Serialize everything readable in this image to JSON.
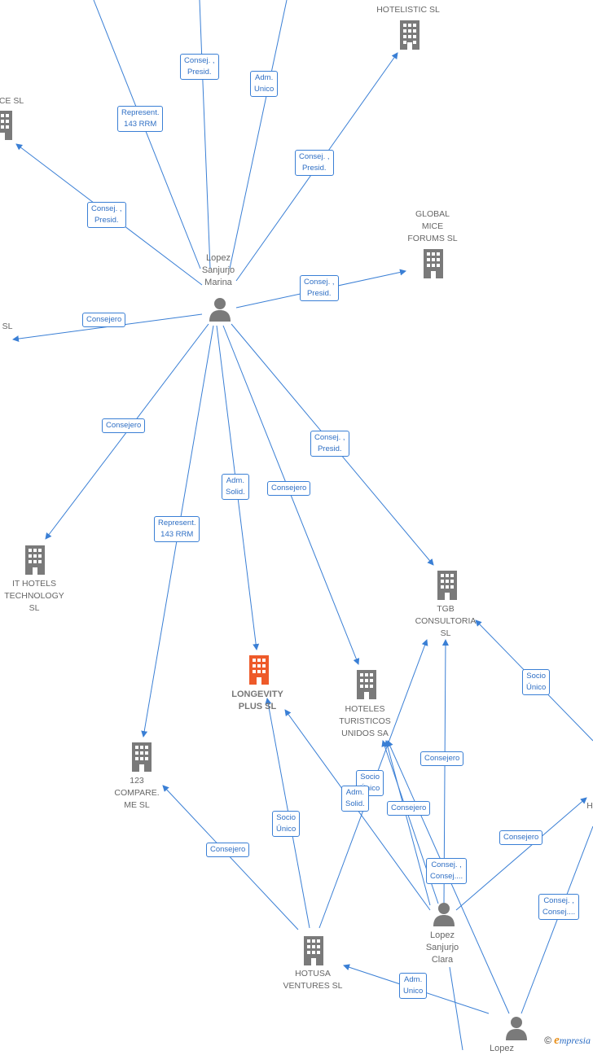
{
  "colors": {
    "edge": "#3a7fd5",
    "building": "#7a7a7a",
    "focus_building": "#ee5a2a",
    "person": "#7a7a7a"
  },
  "companies": {
    "hotelistic": "HOTELISTIC  SL",
    "ce": "CE  SL",
    "global_mice": "GLOBAL\nMICE\nFORUMS  SL",
    "sl_left": "SL",
    "it_hotels": "IT HOTELS\nTECHNOLOGY\nSL",
    "tgb": "TGB\nCONSULTORIA\nSL",
    "longevity": "LONGEVITY\nPLUS  SL",
    "hoteles_turisticos": "HOTELES\nTURISTICOS\nUNIDOS SA",
    "compare": "123\nCOMPARE.\nME  SL",
    "hotusa": "HOTUSA\nVENTURES  SL",
    "h_right": "H"
  },
  "persons": {
    "marina": "Lopez\nSanjurjo\nMarina",
    "clara": "Lopez\nSanjurjo\nClara",
    "bottom": "Lopez"
  },
  "edge_labels": {
    "consej_presid_top": "Consej. ,\nPresid.",
    "adm_unico_top": "Adm.\nUnico",
    "represent_top": "Represent.\n143 RRM",
    "consej_presid_hotelistic": "Consej. ,\nPresid.",
    "consej_presid_ce": "Consej. ,\nPresid.",
    "consej_presid_global": "Consej. ,\nPresid.",
    "consejero_sl": "Consejero",
    "consejero_it": "Consejero",
    "consej_presid_tgb": "Consej. ,\nPresid.",
    "adm_solid_longevity": "Adm.\nSolid.",
    "consejero_hoteles": "Consejero",
    "represent_compare": "Represent.\n143 RRM",
    "socio_unico_tgb": "Socio\nÚnico",
    "consejero_clara_tgb": "Consejero",
    "socio_unico_hoteles": "Socio\nÚnico",
    "adm_solid_hotusa": "Adm.\nSolid.",
    "consejero_clara_hoteles": "Consejero",
    "consejero_clara_h": "Consejero",
    "consej_consej_clara": "Consej. ,\nConsej....",
    "consej_consej_bottom": "Consej. ,\nConsej....",
    "socio_unico_longevity": "Socio\nÚnico",
    "consejero_compare": "Consejero",
    "adm_unico_hotusa": "Adm.\nUnico"
  },
  "footer": {
    "copyright": "©",
    "brand_e": "e",
    "brand_rest": "mpresia"
  }
}
